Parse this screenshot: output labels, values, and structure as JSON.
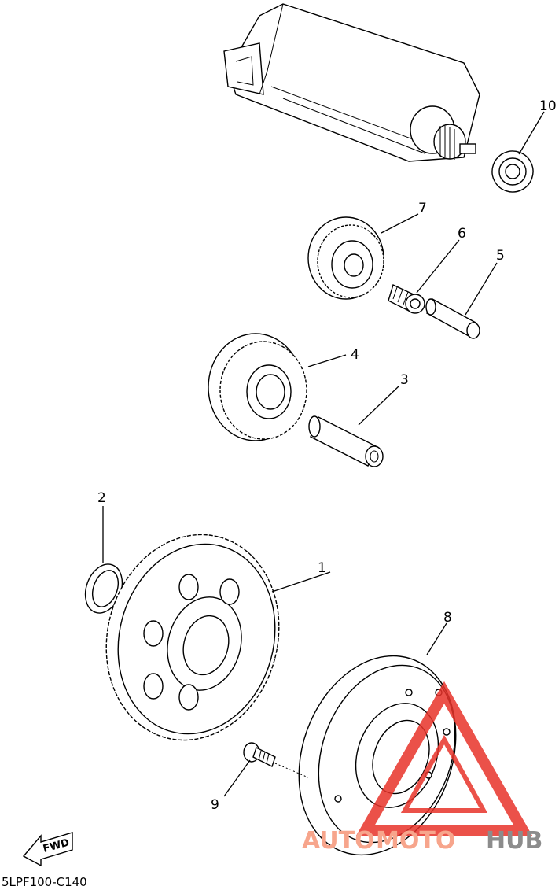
{
  "callouts": [
    {
      "id": "1",
      "label": "1"
    },
    {
      "id": "2",
      "label": "2"
    },
    {
      "id": "3",
      "label": "3"
    },
    {
      "id": "4",
      "label": "4"
    },
    {
      "id": "5",
      "label": "5"
    },
    {
      "id": "6",
      "label": "6"
    },
    {
      "id": "7",
      "label": "7"
    },
    {
      "id": "8",
      "label": "8"
    },
    {
      "id": "9",
      "label": "9"
    },
    {
      "id": "10",
      "label": "10"
    }
  ],
  "direction_arrow": {
    "label": "FWD"
  },
  "diagram_code": "5LPF100-C140",
  "watermark": {
    "part1": "AUTO",
    "part2": "MOTO",
    "part3": "HUB",
    "color_light": "#f7a58c",
    "color_grey": "#8c8c8c"
  },
  "icons": {
    "direction": "fwd-arrow-icon",
    "watermark_logo": "triangle-logo-icon"
  }
}
